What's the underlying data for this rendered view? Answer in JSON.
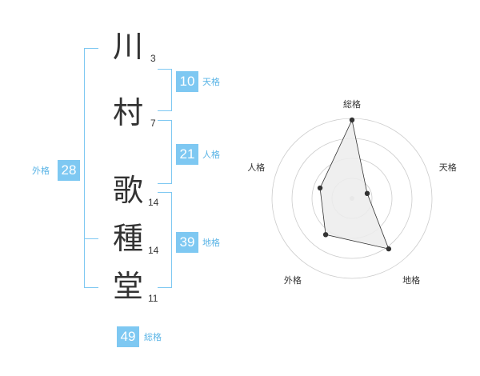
{
  "name": {
    "chars": [
      {
        "char": "川",
        "strokes": "3"
      },
      {
        "char": "村",
        "strokes": "7"
      },
      {
        "char": "歌",
        "strokes": "14"
      },
      {
        "char": "種",
        "strokes": "14"
      },
      {
        "char": "堂",
        "strokes": "11"
      }
    ]
  },
  "kaku": {
    "tenkaku": {
      "value": "10",
      "label": "天格"
    },
    "jinkaku": {
      "value": "21",
      "label": "人格"
    },
    "chikaku": {
      "value": "39",
      "label": "地格"
    },
    "gaikaku": {
      "value": "28",
      "label": "外格"
    },
    "soukaku": {
      "value": "49",
      "label": "総格"
    }
  },
  "chart_data": {
    "type": "radar",
    "axes": [
      "総格",
      "天格",
      "地格",
      "外格",
      "人格"
    ],
    "values": [
      49,
      10,
      39,
      28,
      21
    ],
    "range": [
      0,
      50
    ],
    "rings": 4,
    "grid": true,
    "colors": {
      "fill": "#ececec",
      "line": "#333333",
      "grid": "#cccccc",
      "point": "#333333"
    }
  },
  "colors": {
    "accent": "#7ec8f2",
    "label": "#5ab4e6",
    "text": "#333333"
  }
}
